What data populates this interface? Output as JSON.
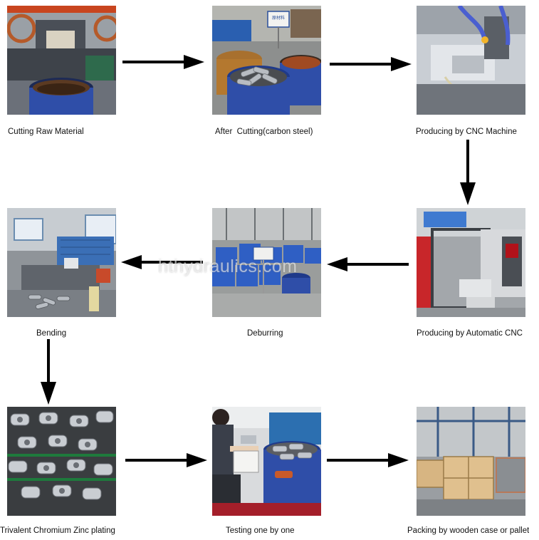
{
  "steps": [
    {
      "id": "cutting-raw-material",
      "caption": "Cutting Raw Material"
    },
    {
      "id": "after-cutting",
      "caption": "After  Cutting(carbon steel)",
      "sign_text": "原材料"
    },
    {
      "id": "cnc-machine",
      "caption": "Producing by CNC Machine"
    },
    {
      "id": "automatic-cnc",
      "caption": "Producing by Automatic CNC"
    },
    {
      "id": "deburring",
      "caption": "Deburring"
    },
    {
      "id": "bending",
      "caption": "Bending"
    },
    {
      "id": "zinc-plating",
      "caption": "Trivalent Chromium Zinc plating"
    },
    {
      "id": "testing",
      "caption": "Testing one by one"
    },
    {
      "id": "packing",
      "caption": "Packing by wooden case or pallet"
    }
  ],
  "watermark": "hthydraulics.com",
  "colors": {
    "arrow": "#000000",
    "caption": "#111111",
    "barrel_blue": "#2f4ea8"
  }
}
